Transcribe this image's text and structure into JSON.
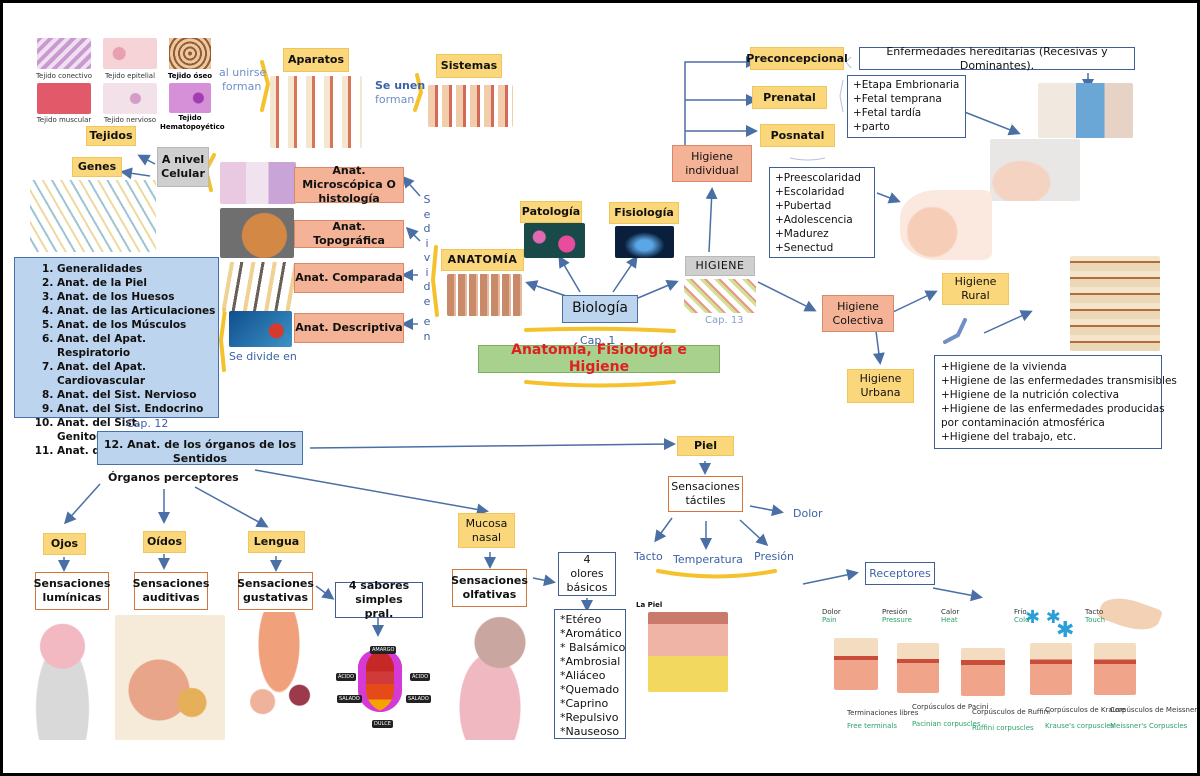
{
  "colors": {
    "yellow_box": "#fbd77b",
    "salmon_box": "#f4b296",
    "blue_box": "#bcd4ee",
    "green_box": "#a9d18e",
    "gray_box": "#cfcfcf",
    "arrow_blue": "#4a6fa5",
    "title_red": "#e02020",
    "connector_text": "#3c62a6"
  },
  "center": {
    "biologia": "Biología",
    "cap1": "Cap. 1",
    "main_title": "Anatomía, Fisiología e Higiene"
  },
  "top_branches": {
    "anatomia": "ANATOMÍA",
    "patologia": "Patología",
    "fisiologia": "Fisiología",
    "higiene": "HIGIENE",
    "cap13": "Cap. 13"
  },
  "tissues": {
    "captions": [
      "Tejido conectivo",
      "Tejido epitelial",
      "Tejido óseo",
      "Tejido muscular",
      "Tejido nervioso",
      "Tejido Hematopoyético"
    ],
    "connector_al_unirse": "al unirse",
    "connector_forman": "forman",
    "aparatos": "Aparatos",
    "connector_se_unen": "Se unen",
    "connector_forman2": "forman",
    "sistemas": "Sistemas",
    "tejidos": "Tejidos",
    "genes": "Genes",
    "a_nivel_celular": "A nivel Celular"
  },
  "anatomy_types": {
    "items": [
      "Anat. Microscópica O histología",
      "Anat. Topográfica",
      "Anat. Comparada",
      "Anat. Descriptiva"
    ],
    "vertical_connector": [
      "S",
      "e",
      "d",
      "i",
      "v",
      "i",
      "d",
      "e",
      "e",
      "n"
    ],
    "se_divide_en": "Se divide en"
  },
  "descriptive_chapters": {
    "items": [
      "Generalidades",
      "Anat. de la Piel",
      "Anat. de los Huesos",
      "Anat. de las Articulaciones",
      "Anat. de los Músculos",
      "Anat. del Apat. Respiratorio",
      "Anat. del Apat. Cardiovascular",
      "Anat. del Sist. Nervioso",
      "Anat. del Sist. Endocrino",
      "Anat. del Sist. Genitourinario",
      "Anat. del Apat. Digestivo"
    ],
    "cap12": "Cap. 12",
    "item12": "12. Anat. de los órganos de los Sentidos"
  },
  "higiene_individual": {
    "title": "Higiene individual",
    "preconcepcional": "Preconcepcional",
    "preconcepcional_note": "Enfermedades hereditarias (Recesivas y Dominantes).",
    "prenatal": "Prenatal",
    "prenatal_items": [
      "+Etapa Embrionaria",
      "+Fetal temprana",
      "+Fetal tardía",
      "+parto"
    ],
    "posnatal": "Posnatal",
    "posnatal_items": [
      "+Preescolaridad",
      "+Escolaridad",
      "+Pubertad",
      "+Adolescencia",
      "+Madurez",
      "+Senectud"
    ]
  },
  "higiene_colectiva": {
    "title": "Higiene Colectiva",
    "rural": "Higiene Rural",
    "urbana": "Higiene Urbana",
    "items": [
      "+Higiene de la vivienda",
      "+Higiene de las enfermedades transmisibles",
      "+Higiene de la nutrición colectiva",
      "+Higiene de las enfermedades producidas",
      "por contaminación atmosférica",
      "+Higiene del trabajo, etc."
    ]
  },
  "senses": {
    "organos_perceptores": "Órganos perceptores",
    "ojos": "Ojos",
    "ojos_sens": "Sensaciones lumínicas",
    "oidos": "Oídos",
    "oidos_sens": "Sensaciones auditivas",
    "lengua": "Lengua",
    "lengua_sens": "Sensaciones gustativas",
    "sabores": "4 sabores simples pral.",
    "tongue_labels": [
      "AMARGO",
      "ÁCIDO",
      "ÁCIDO",
      "SALADO",
      "SALADO",
      "DULCE"
    ],
    "mucosa": "Mucosa nasal",
    "olf_sens": "Sensaciones olfativas",
    "olores": "4 olores básicos",
    "olores_items": [
      "*Etéreo",
      "*Aromático",
      "* Balsámico",
      "*Ambrosial",
      "*Aliáceo",
      "*Quemado",
      "*Caprino",
      "*Repulsivo",
      "*Nauseoso"
    ],
    "piel": "Piel",
    "tactiles": "Sensaciones táctiles",
    "dolor": "Dolor",
    "tacto": "Tacto",
    "temperatura": "Temperatura",
    "presion": "Presión",
    "receptores": "Receptores",
    "la_piel": "La Piel"
  },
  "receptors": [
    {
      "es": "Dolor",
      "en": "Pain",
      "name_es": "Terminaciones libres",
      "name_en": "Free terminals"
    },
    {
      "es": "Presión",
      "en": "Pressure",
      "name_es": "Corpúsculos de Pacini",
      "name_en": "Pacinian corpuscles"
    },
    {
      "es": "Calor",
      "en": "Heat",
      "name_es": "Corpúsculos de Ruffini",
      "name_en": "Ruffini corpuscles"
    },
    {
      "es": "Frío",
      "en": "Cold",
      "name_es": "Corpúsculos de Krause",
      "name_en": "Krause's corpuscles"
    },
    {
      "es": "Tacto",
      "en": "Touch",
      "name_es": "Corpúsculos de Meissner",
      "name_en": "Meissner's Corpuscles"
    }
  ]
}
